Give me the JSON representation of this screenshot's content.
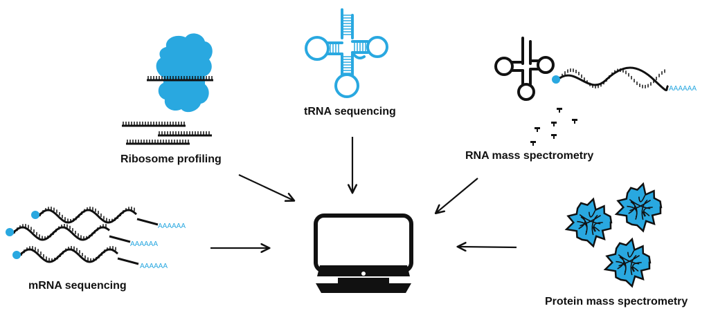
{
  "labels": {
    "ribosome": "Ribosome profiling",
    "trna": "tRNA sequencing",
    "rna_ms": "RNA mass spectrometry",
    "mrna": "mRNA sequencing",
    "protein_ms": "Protein mass spectrometry"
  },
  "polyA": [
    "AAAAAA",
    "AAAAAA",
    "AAAAAA",
    "AAAAAA"
  ],
  "colors": {
    "accent": "#29a8e0",
    "ink": "#111111"
  }
}
